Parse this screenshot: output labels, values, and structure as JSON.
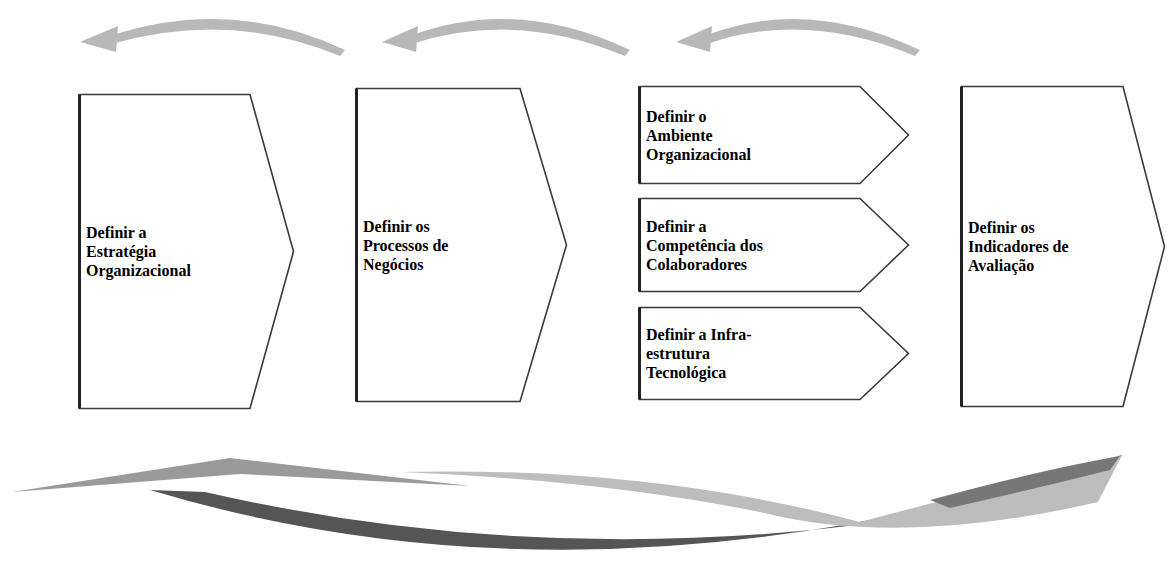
{
  "diagram": {
    "nodes": [
      {
        "text": [
          "Definir a Estratégia Organizacional"
        ]
      },
      {
        "text": [
          "Definir os Processos de Negócios"
        ]
      },
      {
        "text": [
          "Definir o Ambiente Organizacional"
        ]
      },
      {
        "text": [
          "Definir a Competência dos Colaboradores"
        ]
      },
      {
        "text": [
          "Definir a Infra-estrutura Tecnológica"
        ]
      },
      {
        "text": [
          "Definir os Indicadores de Avaliação"
        ]
      }
    ]
  }
}
